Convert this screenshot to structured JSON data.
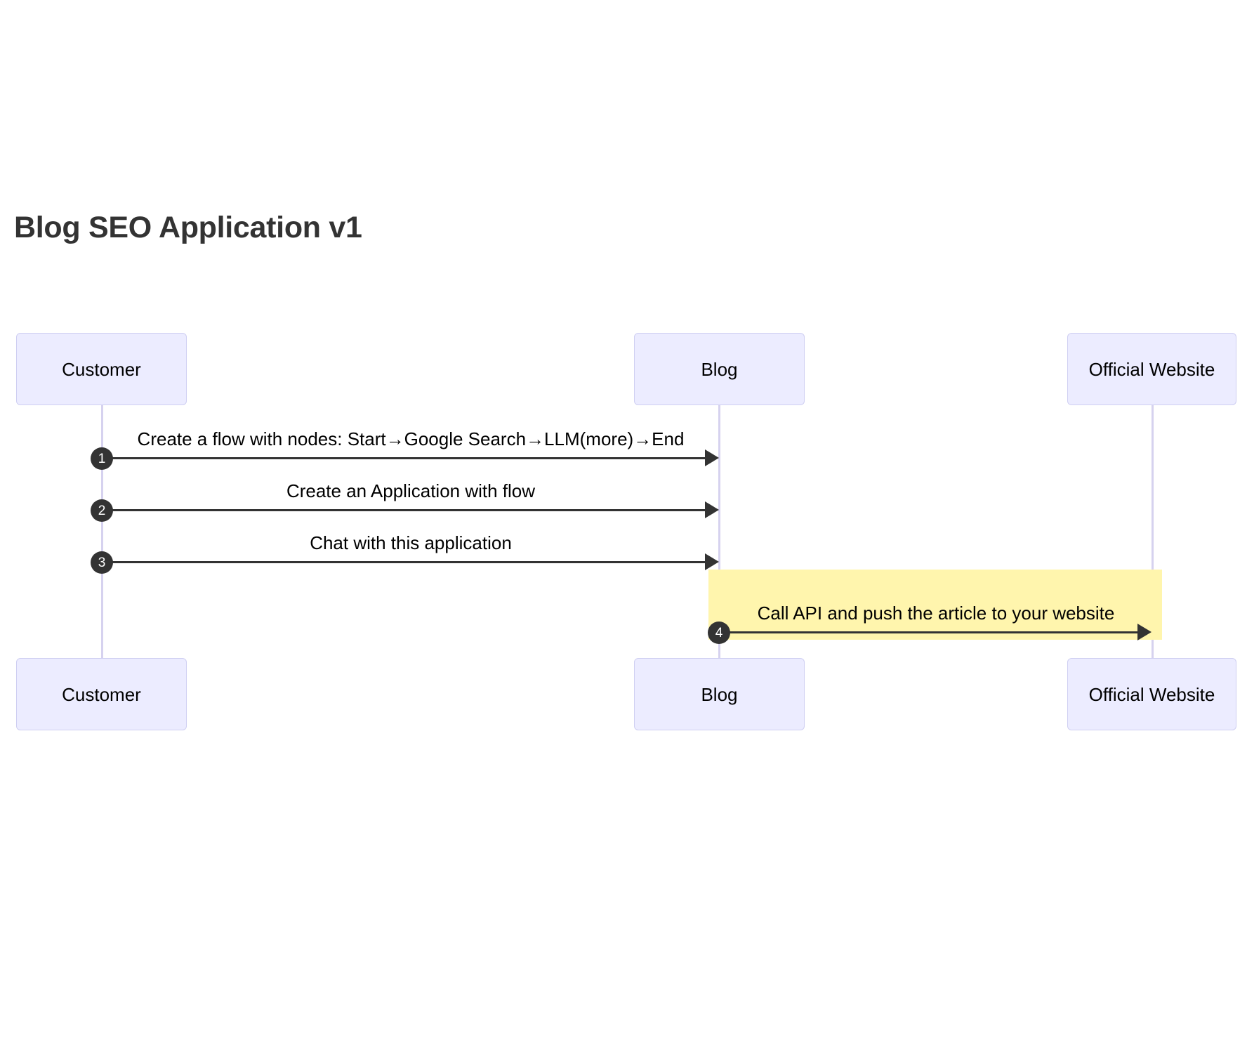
{
  "diagram": {
    "type": "sequence-diagram",
    "title": "Blog SEO Application v1",
    "colors": {
      "actor_fill": "#ECECFF",
      "actor_border": "#CFCFF2",
      "lifeline": "#D6D2EF",
      "message_line": "#333333",
      "highlight_band": "#FFF5AD",
      "title_text": "#333333",
      "label_text": "#000000"
    },
    "participants": [
      {
        "id": "customer",
        "label": "Customer"
      },
      {
        "id": "blog",
        "label": "Blog"
      },
      {
        "id": "official_website",
        "label": "Official Website"
      }
    ],
    "messages": [
      {
        "number": "1",
        "from": "customer",
        "to": "blog",
        "label": "Create a flow with nodes: Start→Google Search→LLM(more)→End",
        "highlighted": false
      },
      {
        "number": "2",
        "from": "customer",
        "to": "blog",
        "label": "Create an Application with flow",
        "highlighted": false
      },
      {
        "number": "3",
        "from": "customer",
        "to": "blog",
        "label": "Chat with this application",
        "highlighted": false
      },
      {
        "number": "4",
        "from": "blog",
        "to": "official_website",
        "label": "Call API and push the article to your website",
        "highlighted": true
      }
    ],
    "highlight_note": {
      "label": "Call API and push the article to your website"
    }
  }
}
